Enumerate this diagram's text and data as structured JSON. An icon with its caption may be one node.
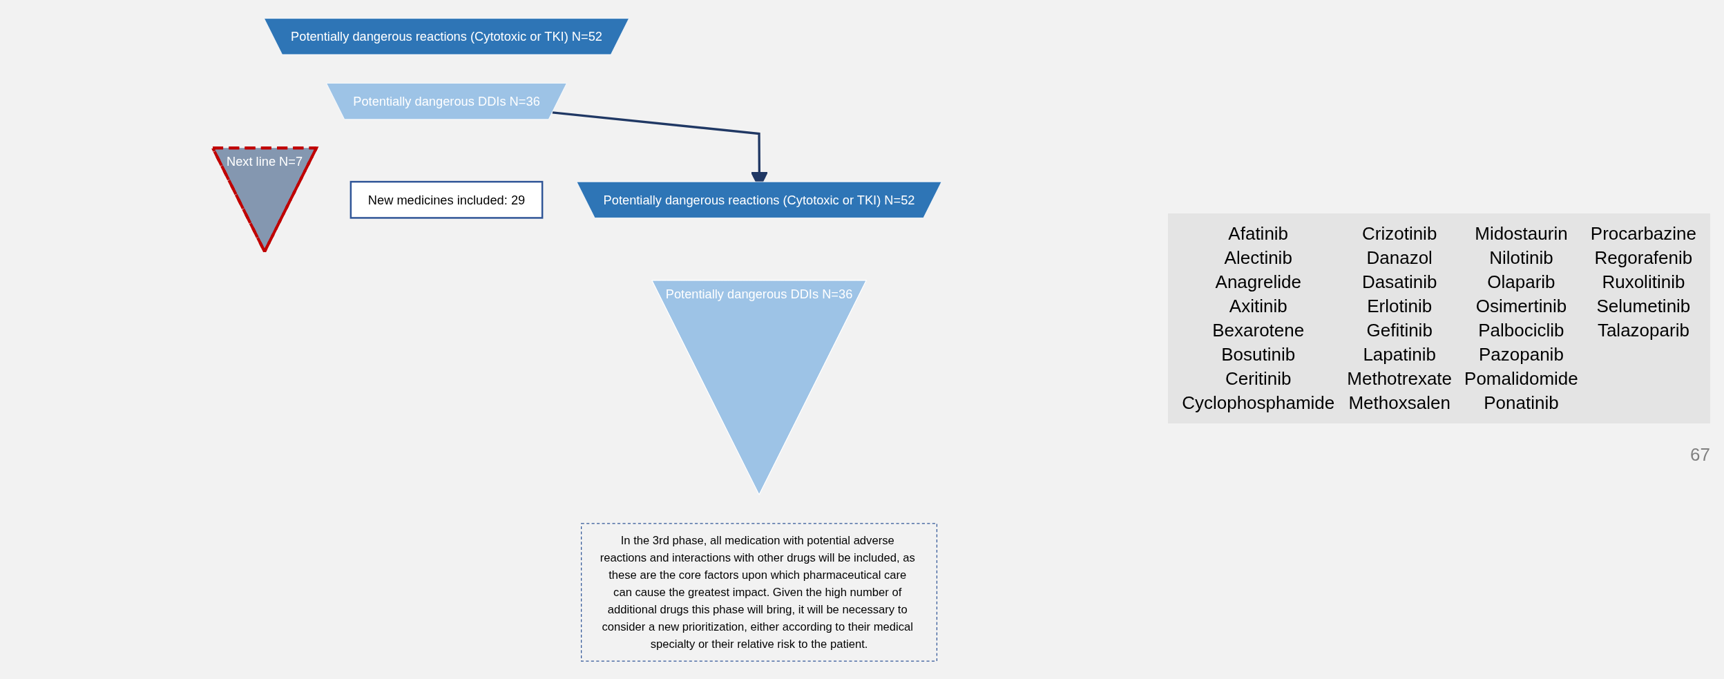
{
  "diagram": {
    "nodes": [
      {
        "text": [
          "Potentially dangerous reactions (Cytotoxic or TKI) N=52"
        ]
      },
      {
        "text": [
          "Potentially dangerous DDIs N=36"
        ]
      },
      {
        "text": [
          "Next line N=7"
        ]
      },
      {
        "text": [
          "New medicines included: 29"
        ]
      },
      {
        "text": [
          "In the 3rd phase, all medication with potential adverse reactions and interactions with other drugs will be included, as these are the core factors upon which pharmaceutical care can cause the greatest impact. Given the high number of additional drugs this phase will bring, it will be necessary to consider a new prioritization, either according to their medical specialty or their relative risk to the patient."
        ]
      },
      {
        "text": [
          "Potentially dangerous reactions (Cytotoxic or TKI) N=52"
        ]
      },
      {
        "text": [
          "Potentially dangerous DDIs N=36"
        ]
      }
    ],
    "edges": [
      {
        "from": 1,
        "to": 5,
        "arrow": "to",
        "color": "#203864"
      }
    ],
    "labels": [
      "Afatinib",
      "Crizotinib",
      "Midostaurin",
      "Procarbazine",
      "Alectinib",
      "Danazol",
      "Nilotinib",
      "Regorafenib",
      "Anagrelide",
      "Dasatinib",
      "Olaparib",
      "Ruxolitinib",
      "Axitinib",
      "Erlotinib",
      "Osimertinib",
      "Selumetinib",
      "Bexarotene",
      "Gefitinib",
      "Palbociclib",
      "Talazoparib",
      "Bosutinib",
      "Lapatinib",
      "Pazopanib",
      "Ceritinib",
      "Methotrexate",
      "Pomalidomide",
      "Cyclophosphamide",
      "Methoxsalen",
      "Ponatinib",
      "67"
    ]
  }
}
